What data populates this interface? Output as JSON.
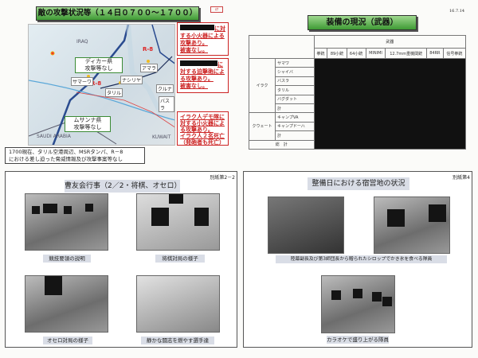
{
  "attack": {
    "title": "敵の攻撃状況等（１４日０７００～１７００）",
    "icon": "map-legend-icon",
    "map_labels": {
      "iraq": "IRAQ",
      "saudi": "SAUDI ARABIA",
      "kuwait": "KUWAIT",
      "r8a": "R-8",
      "r8b": "R-8",
      "samawa": "サマーワ",
      "nasiriya": "ナシリヤ",
      "amara": "アマラ",
      "qurna": "クルナ",
      "basra": "バスラ",
      "tallil": "タリル"
    },
    "dhi_qar": [
      "ディカー県",
      "攻撃等なし"
    ],
    "muthanna": [
      "ムサンナ県",
      "攻撃等なし"
    ],
    "callouts": [
      {
        "lines": [
          "に対",
          "する小火器による",
          "攻撃あり。",
          "被害なし。"
        ]
      },
      {
        "lines": [
          "に",
          "対する迫撃砲によ",
          "る攻撃あり。",
          "被害なし。"
        ]
      },
      {
        "lines": [
          "イラク人デモ隊に",
          "対する小火器によ",
          "る攻撃あり。",
          "イラク人２名死亡",
          "（発砲者も死亡）"
        ]
      }
    ],
    "note": [
      "1700現在、タリル空港周辺、MSRタンパ、R－8",
      "における差し迫った脅威情報及び攻撃事案等なし"
    ],
    "accent": "#cc2222"
  },
  "equipment": {
    "date": "16.7.14",
    "title": "装備の現況（武器）",
    "group_header": "武器",
    "columns": [
      "拳銃",
      "89小銃",
      "64小銃",
      "MINIMI",
      "12.7mm重機関銃",
      "84RR",
      "信号拳銃"
    ],
    "groups": [
      {
        "name": "イラク",
        "rows": [
          "サマワ",
          "シャイバ",
          "バスラ",
          "タリル",
          "バグダット",
          "計"
        ]
      },
      {
        "name": "クウェート",
        "rows": [
          "キャンプVA",
          "キャンプドーハ",
          "計"
        ]
      }
    ],
    "total": "総　計"
  },
  "event": {
    "tag": "別紙第2－2",
    "title": "曹友会行事（2／2・将棋、オセロ）",
    "captions": [
      "競技要領の説明",
      "将棋対局の様子",
      "オセロ対局の様子",
      "静かな闘志を燃やす選手達"
    ]
  },
  "camp": {
    "tag": "別紙第4",
    "title": "整備日における宿営地の状況",
    "captions": [
      "陸幕副長及び第3師団長から贈られたシロップでかき氷を食べる隊員",
      "カラオケで盛り上がる隊員"
    ]
  }
}
